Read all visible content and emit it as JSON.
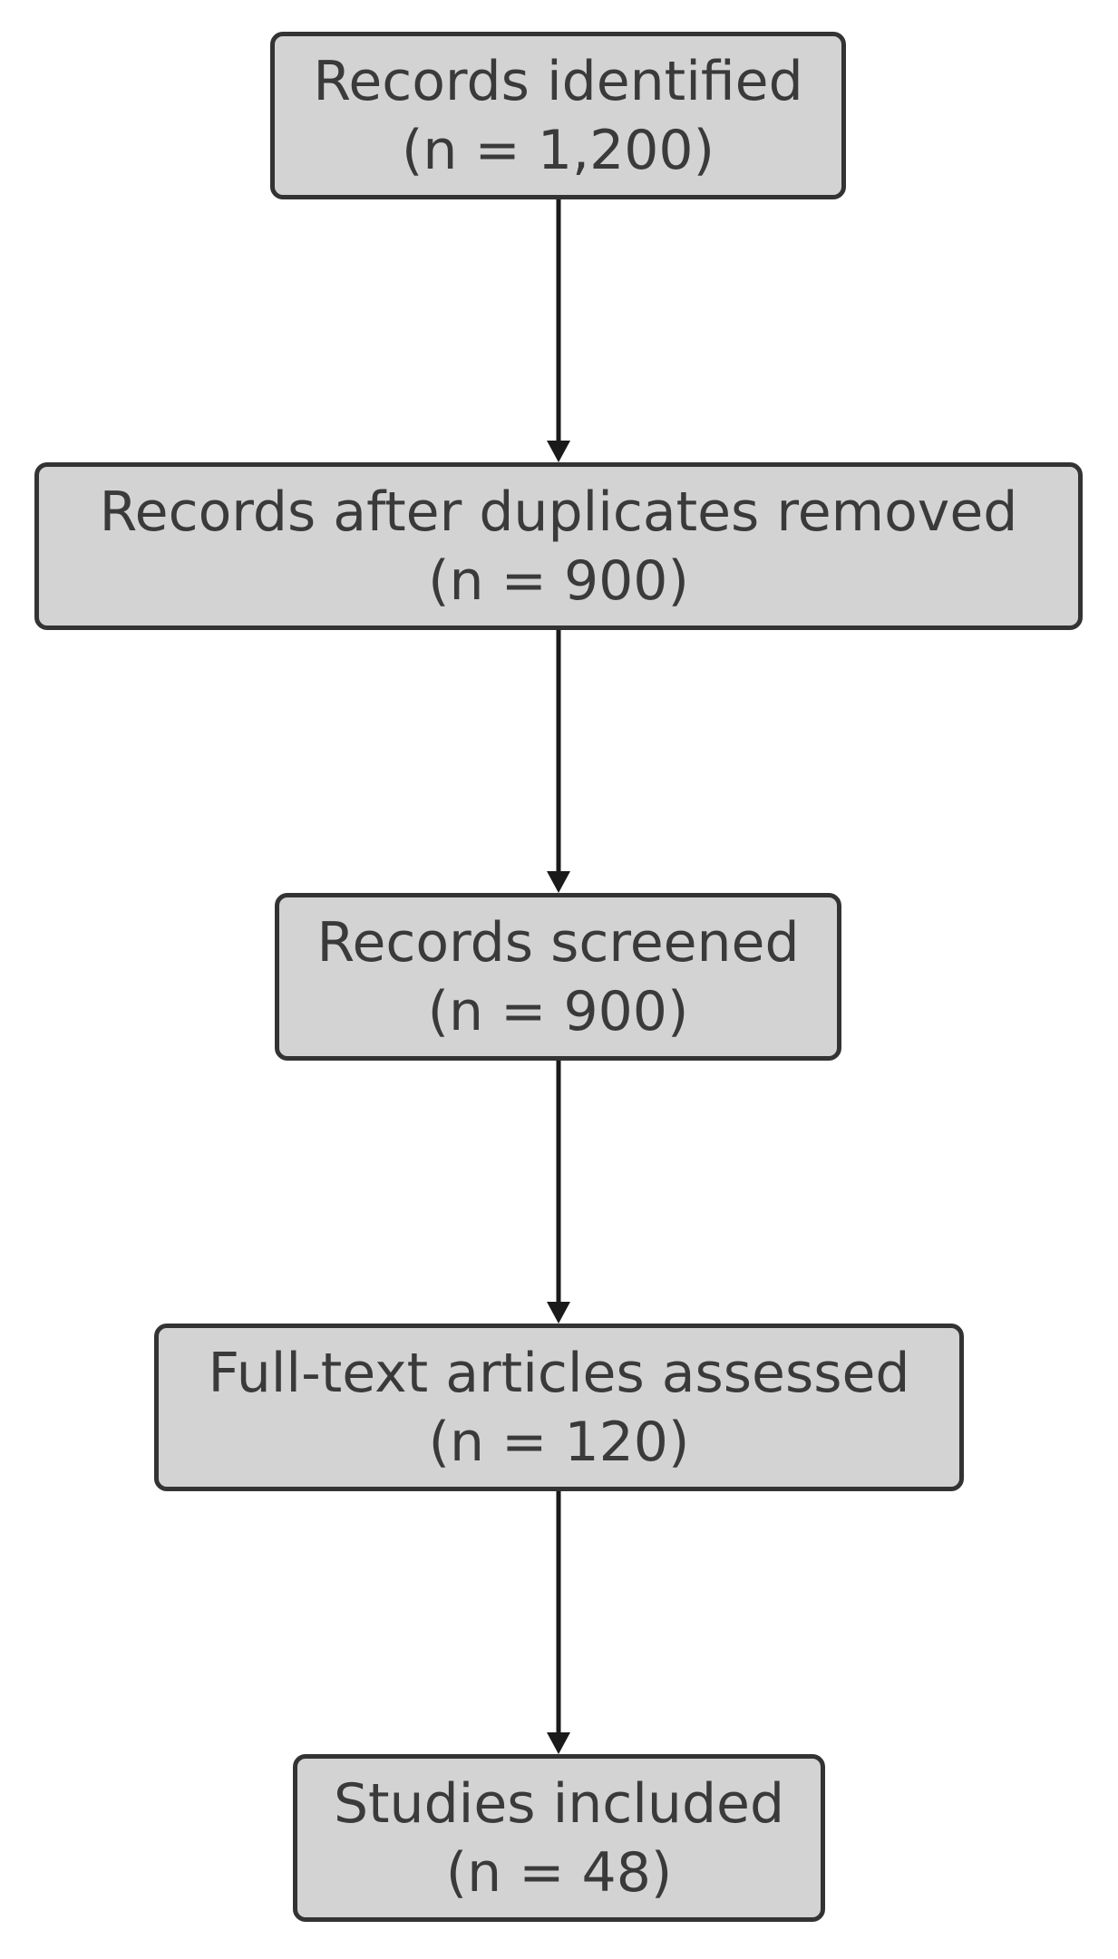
{
  "nodes": [
    {
      "id": "identified",
      "label": "Records identified",
      "count": "(n = 1,200)"
    },
    {
      "id": "deduplicated",
      "label": "Records after duplicates removed",
      "count": "(n = 900)"
    },
    {
      "id": "screened",
      "label": "Records screened",
      "count": "(n = 900)"
    },
    {
      "id": "fulltext",
      "label": "Full-text articles assessed",
      "count": "(n = 120)"
    },
    {
      "id": "included",
      "label": "Studies included",
      "count": "(n = 48)"
    }
  ],
  "edges": [
    {
      "from": "identified",
      "to": "deduplicated"
    },
    {
      "from": "deduplicated",
      "to": "screened"
    },
    {
      "from": "screened",
      "to": "fulltext"
    },
    {
      "from": "fulltext",
      "to": "included"
    }
  ],
  "colors": {
    "box_fill": "#d3d3d3",
    "box_border": "#333333",
    "text": "#3a3a3a",
    "arrow": "#1a1a1a"
  }
}
